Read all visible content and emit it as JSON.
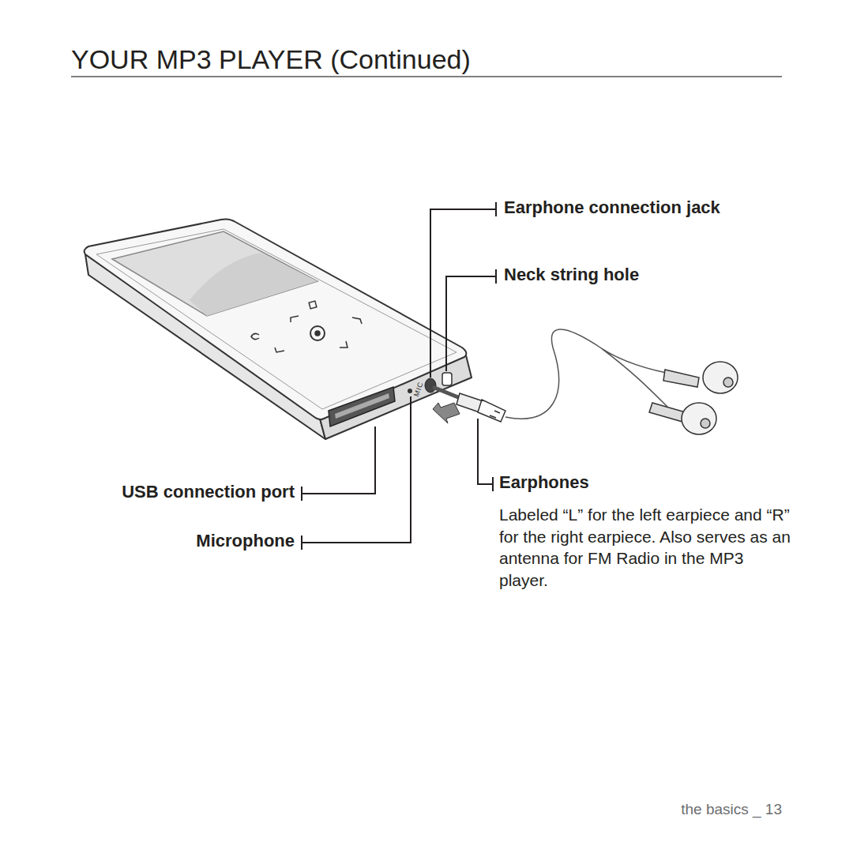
{
  "diagram": {
    "title": "YOUR MP3 PLAYER (Continued)",
    "labels": [
      "Earphone connection jack",
      "Neck string hole",
      "USB connection port",
      "Microphone",
      "Earphones",
      "Labeled “L” for the left earpiece and “R” for the right earpiece. Also serves as an antenna for FM Radio in the MP3 player.",
      "MIC",
      "the basics _ 13"
    ]
  }
}
